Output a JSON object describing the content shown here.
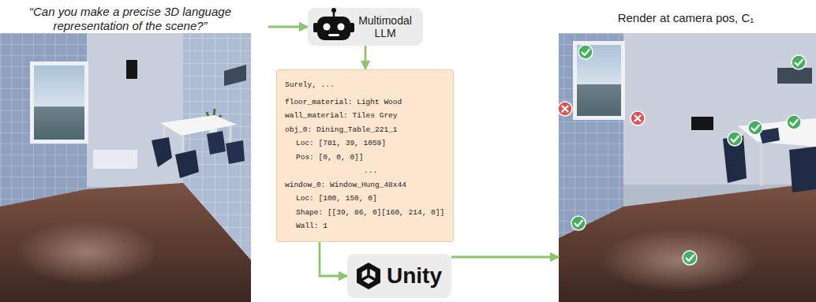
{
  "diagram": {
    "nodes": [
      {
        "text": [
          "“Can you make a precise 3D language representation of the scene?”"
        ]
      },
      {
        "text": [
          "Multimodal LLM"
        ]
      },
      {
        "text": [
          "Surely, ...",
          "floor_material: Light Wood",
          "wall_material: Tiles Grey",
          "obj_0: Dining_Table_221_1",
          "Loc: [781, 39, 1059]",
          "Pos: [0, 0, 0]]",
          "...",
          "window_0: Window_Hung_48x44",
          "Loc: [100, 150, 0]",
          "Shape: [[39, 86, 0][160, 214, 0]]",
          "Wall: 1"
        ]
      },
      {
        "text": [
          "Unity"
        ]
      },
      {
        "text": [
          "Render at camera pos, C₁"
        ]
      }
    ],
    "edges": [
      {
        "from": 0,
        "to": 1,
        "arrow": "to"
      },
      {
        "from": 1,
        "to": 2,
        "arrow": "to"
      },
      {
        "from": 2,
        "to": 3,
        "arrow": "to"
      },
      {
        "from": 3,
        "to": 4,
        "arrow": "to"
      }
    ]
  }
}
